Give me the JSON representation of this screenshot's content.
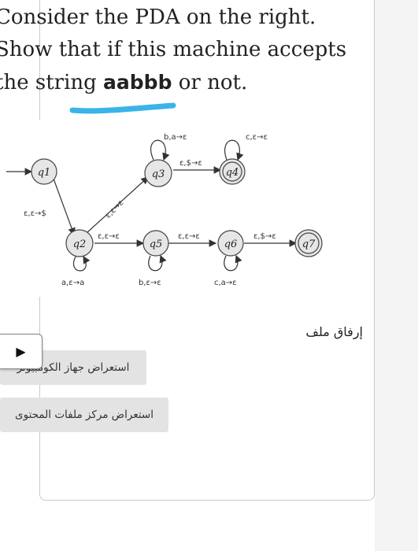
{
  "question": {
    "line1": "Consider the PDA on the right.",
    "line2": "Show that if this machine accepts",
    "line3_prefix": "the string ",
    "line3_bold": "aabbb",
    "line3_suffix": " or not."
  },
  "diagram": {
    "states": [
      "q1",
      "q2",
      "q3",
      "q4",
      "q5",
      "q6",
      "q7"
    ],
    "accept_states": [
      "q4",
      "q7"
    ],
    "transitions": {
      "q1_q2": "ε,ε→$",
      "q2_self": "a,ε→a",
      "q2_q3": "ε,ε→ε",
      "q3_self": "b,a→ε",
      "q3_q4": "ε,$→ε",
      "q4_self": "c,ε→ε",
      "q2_q5": "ε,ε→ε",
      "q5_self": "b,ε→ε",
      "q5_q6": "ε,ε→ε",
      "q6_self": "c,a→ε",
      "q6_q7": "ε,$→ε"
    }
  },
  "attachments": {
    "label": "إرفاق ملف",
    "browse_computer": "استعراض جهاز الكومبيوتر",
    "browse_content": "استعراض مركز ملفات المحتوى",
    "play_icon": "play-icon"
  },
  "colors": {
    "highlight": "#3bb3ea"
  }
}
